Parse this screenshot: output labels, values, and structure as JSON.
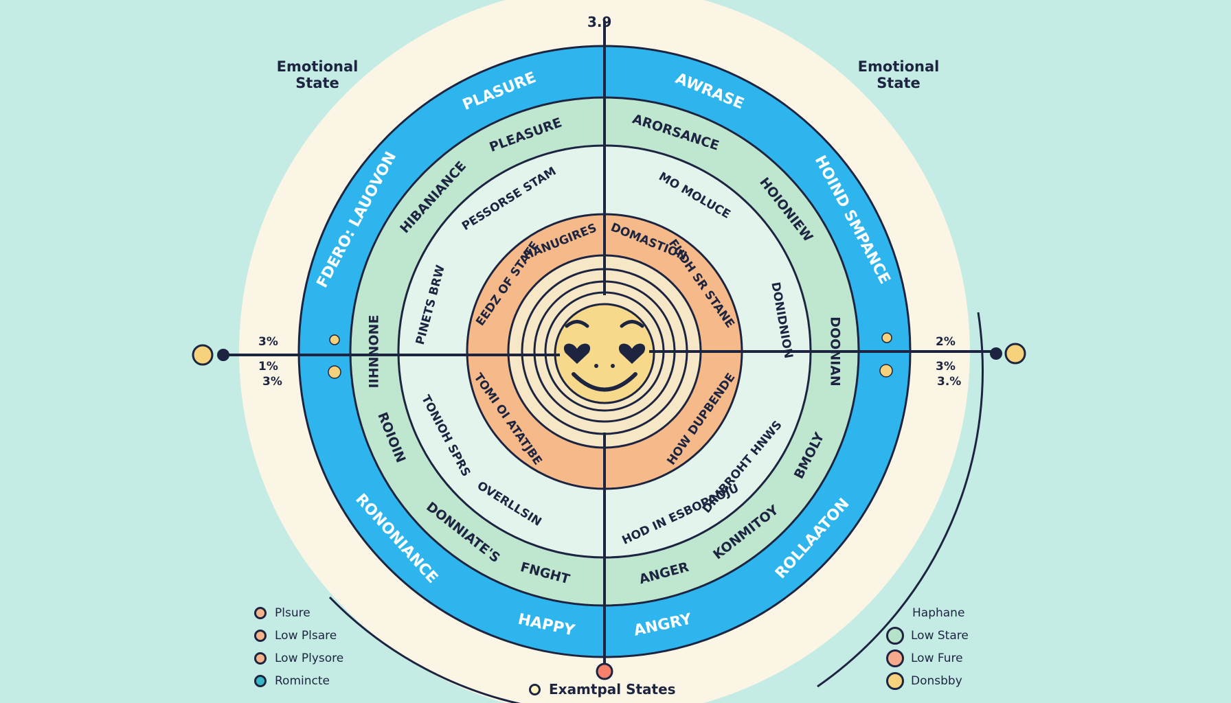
{
  "title_top": "3.9",
  "corner_left": "Emotional State",
  "corner_right": "Emotional State",
  "pct_left": [
    "3%",
    "1%",
    "3%"
  ],
  "pct_right": [
    "2%",
    "3%",
    "3.%"
  ],
  "ring_labels": {
    "outer": [
      "PLASURE",
      "AWRASE",
      "HOIND SMPANCE",
      "FDERO: LAUOVON",
      "ROLLAATON",
      "RONONIANCE",
      "HAPPY",
      "ANGRY"
    ],
    "green": [
      "PLEASURE",
      "ARORSANCE",
      "HIBANIANCE",
      "HOIONIEW",
      "IIHNNONE",
      "DOONIAN",
      "BMOLY",
      "ROIOIN",
      "DONNIATE'S",
      "KONMITOY",
      "FNGHT",
      "ANGER"
    ],
    "light": [
      "PESSORSE STAM",
      "MO MOLUCE",
      "PINETS BRW",
      "DONIDNION",
      "TONIOH SPRS",
      "OVERLLSIN",
      "DIMBROHT HNWS",
      "HOD IN ESBOPAOJU"
    ],
    "orange": [
      "HANUGIRES",
      "DOMASTION",
      "EEDZ OF STATE",
      "FUDH SR STANE",
      "TOMI OI ATATJBE",
      "HOW DUPBENDE"
    ]
  },
  "legend_left": [
    {
      "label": "Plsure",
      "color": "#f6b48a"
    },
    {
      "label": "Low Plsare",
      "color": "#f6b48a"
    },
    {
      "label": "Low Plysore",
      "color": "#f6b48a"
    },
    {
      "label": "Romincte",
      "color": "#37b8c8"
    }
  ],
  "legend_right": [
    {
      "label": "Haphane",
      "color": "none"
    },
    {
      "label": "Low Stare",
      "color": "#b5e2c9"
    },
    {
      "label": "Low Fure",
      "color": "#f7a98c"
    },
    {
      "label": "Donsbby",
      "color": "#f7d27c"
    }
  ],
  "bottom_note": "Examtpal States",
  "colors": {
    "background": "#c4ece4",
    "cream": "#faf5e4",
    "blue": "#2eb5ee",
    "green": "#bfe6cf",
    "light": "#e3f4ec",
    "orange": "#f6b98a",
    "center": "#f7d98c",
    "ink": "#1c2440"
  },
  "icons": [
    "heart-eyes-smiley-icon"
  ]
}
